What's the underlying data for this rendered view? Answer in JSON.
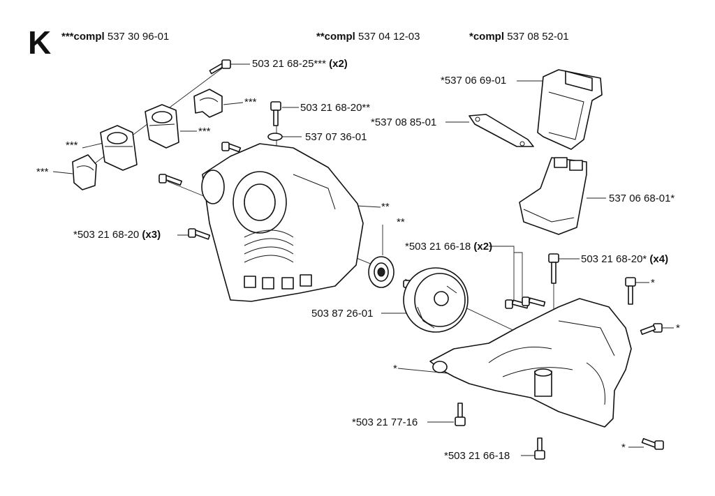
{
  "section": "K",
  "headers": [
    {
      "prefix": "***compl",
      "number": "537 30 96-01"
    },
    {
      "prefix": "**compl",
      "number": "537 04 12-03"
    },
    {
      "prefix": "*compl",
      "number": "537 08 52-01"
    }
  ],
  "labels": {
    "screw_top": {
      "text": "503 21 68-25***",
      "qty": "(x2)"
    },
    "screw_center": {
      "text": "503 21 68-20**",
      "qty": ""
    },
    "circlip": {
      "text": "537 07 36-01",
      "qty": ""
    },
    "star3_a": {
      "text": "***",
      "qty": ""
    },
    "star3_b": {
      "text": "***",
      "qty": ""
    },
    "star3_c": {
      "text": "***",
      "qty": ""
    },
    "star3_d": {
      "text": "***",
      "qty": ""
    },
    "star2_a": {
      "text": "**",
      "qty": ""
    },
    "star2_b": {
      "text": "**",
      "qty": ""
    },
    "screws_left": {
      "text": "*503 21 68-20",
      "qty": "(x3)"
    },
    "bearing": {
      "text": "503 87 26-01",
      "qty": ""
    },
    "bracket_top": {
      "text": "*537 06 69-01",
      "qty": ""
    },
    "plate": {
      "text": "*537 08 85-01",
      "qty": ""
    },
    "cup": {
      "text": "537 06 68-01*",
      "qty": ""
    },
    "screws_mid": {
      "text": "*503 21 66-18",
      "qty": "(x2)"
    },
    "screws_right": {
      "text": "503 21 68-20*",
      "qty": "(x4)"
    },
    "star1_a": {
      "text": "*",
      "qty": ""
    },
    "star1_b": {
      "text": "*",
      "qty": ""
    },
    "star1_c": {
      "text": "*",
      "qty": ""
    },
    "star1_d": {
      "text": "*",
      "qty": ""
    },
    "screw_bottom_a": {
      "text": "*503 21 77-16",
      "qty": ""
    },
    "screw_bottom_b": {
      "text": "*503 21 66-18",
      "qty": ""
    }
  }
}
